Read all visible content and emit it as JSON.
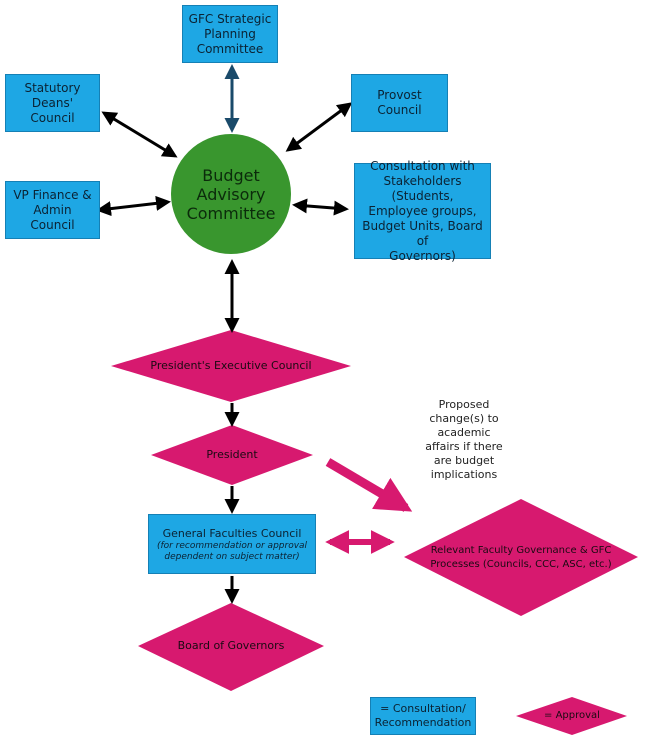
{
  "colors": {
    "consultation_box": "#1ea7e4",
    "advisory_circle": "#39962e",
    "approval_diamond": "#d7196f",
    "arrow": "#000000"
  },
  "nodes": {
    "gfc_strategic": "GFC Strategic\nPlanning\nCommittee",
    "statutory_deans": "Statutory\nDeans' Council",
    "provost_council": "Provost Council",
    "vp_finance": "VP Finance &\nAdmin Council",
    "consultation": "Consultation with\nStakeholders (Students,\nEmployee groups,\nBudget Units, Board of\nGovernors)",
    "budget_committee": "Budget\nAdvisory\nCommittee",
    "presidents_exec": "President's Executive Council",
    "president": "President",
    "gfc_title": "General Faculties Council",
    "gfc_subtitle": "(for recommendation or approval\ndependent on subject matter)",
    "relevant_faculty": "Relevant Faculty Governance & GFC\nProcesses (Councils, CCC, ASC, etc.)",
    "board": "Board of Governors"
  },
  "annotation": "Proposed\nchange(s) to\nacademic\naffairs if there\nare budget\nimplications",
  "legend": {
    "consultation_label": "= Consultation/\nRecommendation",
    "approval_label": "= Approval"
  }
}
